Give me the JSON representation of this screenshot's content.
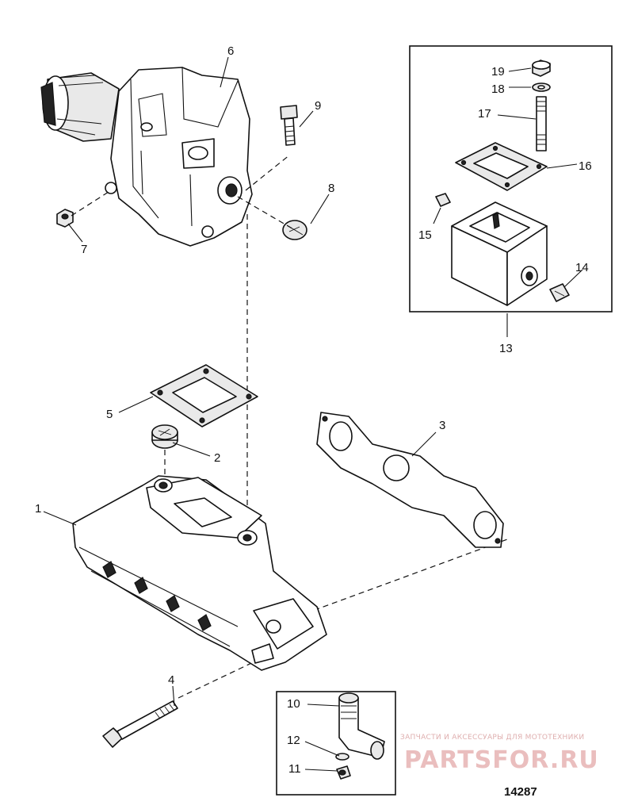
{
  "diagram": {
    "callouts": {
      "c1": "1",
      "c2": "2",
      "c3": "3",
      "c4": "4",
      "c5": "5",
      "c6": "6",
      "c7": "7",
      "c8": "8",
      "c9": "9",
      "c10": "10",
      "c11": "11",
      "c12": "12",
      "c13": "13",
      "c14": "14",
      "c15": "15",
      "c16": "16",
      "c17": "17",
      "c18": "18",
      "c19": "19"
    },
    "reference_number": "14287"
  },
  "watermark": {
    "tagline": "ЗАПЧАСТИ И АКСЕССУАРЫ ДЛЯ МОТОТЕХНИКИ",
    "brand": "PARTSFOR.RU"
  }
}
